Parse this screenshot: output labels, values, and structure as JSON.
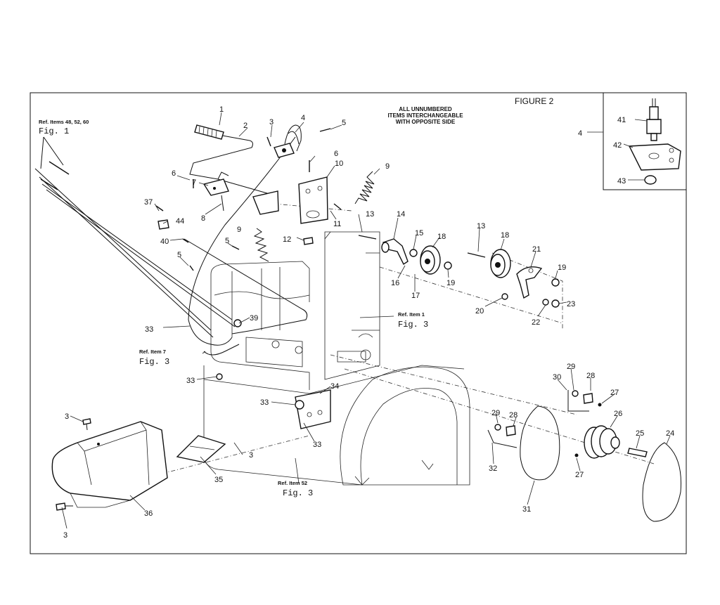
{
  "figure_title": "FIGURE 2",
  "note": [
    "ALL UNNUMBERED",
    "ITEMS INTERCHANGEABLE",
    "WITH OPPOSITE SIDE"
  ],
  "refs": [
    {
      "key": "r48",
      "line1": "Ref. Items 48, 52, 60",
      "line2": "Fig. 1"
    },
    {
      "key": "r1",
      "line1": "Ref. Item 1",
      "line2": "Fig. 3"
    },
    {
      "key": "r7",
      "line1": "Ref. Item 7",
      "line2": "Fig. 3"
    },
    {
      "key": "r52",
      "line1": "Ref. Item 52",
      "line2": "Fig. 3"
    }
  ],
  "callouts": [
    "1",
    "2",
    "3",
    "4",
    "5",
    "6",
    "6",
    "7",
    "8",
    "9",
    "9",
    "10",
    "11",
    "12",
    "13",
    "13",
    "14",
    "15",
    "16",
    "17",
    "18",
    "18",
    "19",
    "19",
    "20",
    "21",
    "22",
    "23",
    "24",
    "25",
    "26",
    "27",
    "27",
    "28",
    "28",
    "29",
    "29",
    "30",
    "31",
    "32",
    "33",
    "33",
    "33",
    "33",
    "34",
    "35",
    "36",
    "37",
    "39",
    "40",
    "41",
    "42",
    "43",
    "44",
    "3",
    "3",
    "3",
    "5",
    "5",
    "4"
  ]
}
